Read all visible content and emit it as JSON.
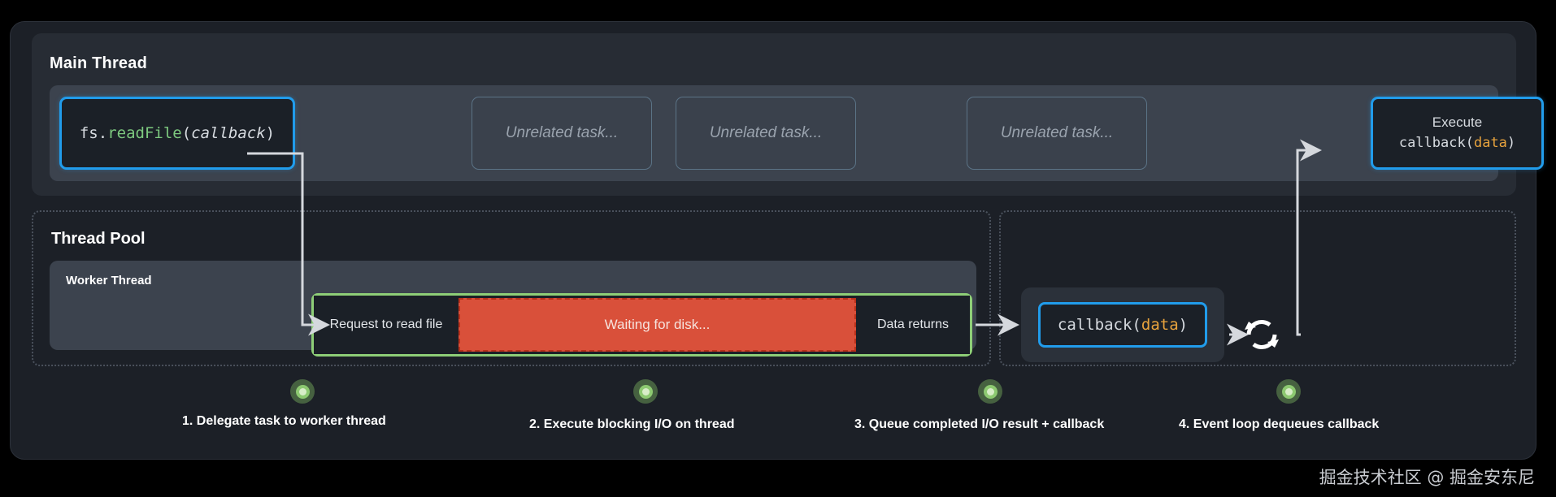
{
  "theme": {
    "page_bg": "#000000",
    "card_bg": "#1c2027",
    "panel_bg": "#272c34",
    "row_bg": "#3c434e",
    "box_bg": "#1b2027",
    "accent_blue": "#219ceb",
    "accent_green": "#8ece77",
    "accent_red": "#d9503a",
    "accent_orange": "#e8a33d",
    "code_green": "#7dc97f",
    "dashed_border": "#4a515c",
    "muted_text": "#9aa3ae"
  },
  "main_thread": {
    "title": "Main Thread",
    "tasks": [
      {
        "id": "readfile",
        "parts": {
          "prefix": "fs.",
          "method": "readFile",
          "open": "(",
          "arg": "callback",
          "close": ")"
        }
      },
      {
        "id": "unrelated-1",
        "label": "Unrelated task..."
      },
      {
        "id": "unrelated-2",
        "label": "Unrelated task..."
      },
      {
        "id": "unrelated-3",
        "label": "Unrelated task..."
      },
      {
        "id": "execute-callback",
        "line1": "Execute",
        "parts": {
          "name": "callback",
          "open": "(",
          "arg": "data",
          "close": ")"
        }
      }
    ]
  },
  "thread_pool": {
    "title": "Thread Pool",
    "worker_label": "Worker Thread",
    "timeline": [
      {
        "id": "request",
        "label": "Request to read file"
      },
      {
        "id": "waiting",
        "label": "Waiting for disk..."
      },
      {
        "id": "data-returns",
        "label": "Data returns"
      }
    ]
  },
  "event_loop": {
    "callback_box": {
      "name": "callback",
      "open": "(",
      "arg": "data",
      "close": ")"
    },
    "loop_icon": "refresh-loop-icon"
  },
  "steps": [
    {
      "n": 1,
      "label": "1. Delegate task to worker thread"
    },
    {
      "n": 2,
      "label": "2. Execute blocking I/O on thread"
    },
    {
      "n": 3,
      "label": "3. Queue completed I/O result + callback"
    },
    {
      "n": 4,
      "label": "4. Event loop dequeues callback"
    }
  ],
  "watermark": "掘金技术社区 @ 掘金安东尼"
}
